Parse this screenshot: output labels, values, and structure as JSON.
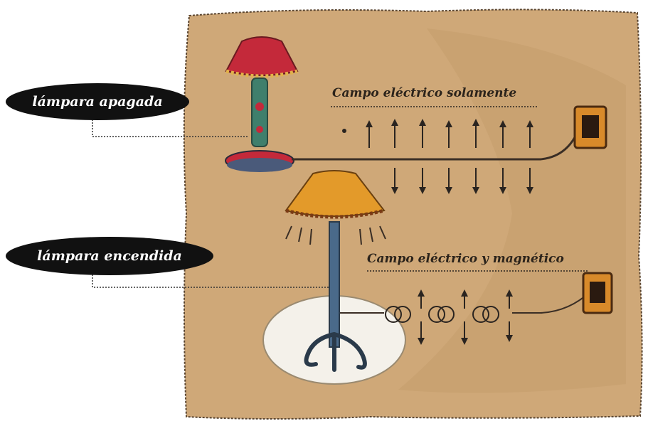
{
  "labels": {
    "lamp_off": "lámpara apagada",
    "lamp_on": "lámpara encendida"
  },
  "fields": {
    "electric_only": "Campo eléctrico solamente",
    "electric_and_magnetic": "Campo eléctrico y magnético"
  },
  "colors": {
    "parchment": "#cfa878",
    "parchment_dark": "#b98f5c",
    "label_bg": "#111111",
    "label_text": "#ffffff",
    "arrow": "#2a2420",
    "shade_red": "#c4293a",
    "shade_orange": "#e39a2a",
    "outlet": "#d88a2a"
  }
}
